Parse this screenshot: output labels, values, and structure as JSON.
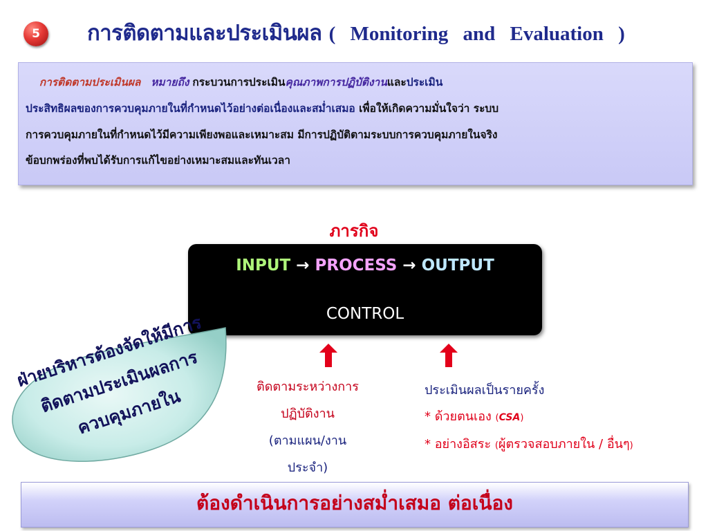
{
  "slide_number": "5",
  "title": {
    "thai": "การติดตามและประเมินผล",
    "english": "( Monitoring and Evaluation )"
  },
  "definition": {
    "term": "การติดตามประเมินผล",
    "means": "หมายถึง",
    "l1_text": "กระบวนการประเมิน",
    "l1_quality": "คุณภาพการปฏิบัติงาน",
    "l1_and": "และ",
    "l1_eval": "ประเมิน",
    "l2_blue": "ประสิทธิผลของการควบคุมภายในที่กำหนดไว้อย่างต่อเนื่องและสม่ำเสมอ",
    "l2_black": " เพื่อให้เกิดความมั่นใจว่า ระบบ",
    "l3": "การควบคุมภายในที่กำหนดไว้มีความเพียงพอและเหมาะสม มีการปฏิบัติตามระบบการควบคุมภายในจริง",
    "l4": "ข้อบกพร่องที่พบได้รับการแก้ไขอย่างเหมาะสมและทันเวลา"
  },
  "mission_label": "ภารกิจ",
  "flow": {
    "input": "INPUT",
    "arrow1": "→",
    "process": "PROCESS",
    "arrow2": "→",
    "output": "OUTPUT",
    "control": "CONTROL"
  },
  "leaf": {
    "line1": "ฝ่ายบริหารต้องจัดให้มีการ",
    "line2": "ติดตามประเมินผลการ",
    "line3": "ควบคุมภายใน"
  },
  "monitoring": {
    "line1": "ติดตามระหว่างการ",
    "line2": "ปฏิบัติงาน",
    "line3": "(ตามแผน/งาน",
    "line4": "ประจำ)"
  },
  "evaluation": {
    "heading": "ประเมินผลเป็นรายครั้ง",
    "item1_main": "* ด้วยตนเอง ",
    "item1_open": "(",
    "item1_csa": "CSA",
    "item1_close": ")",
    "item2_main": "* อย่างอิสระ ",
    "item2_open": "(",
    "item2_detail": "ผู้ตรวจสอบภายใน / อื่นๆ",
    "item2_close": ")"
  },
  "bottom_banner": "ต้องดำเนินการอย่างสม่ำเสมอ  ต่อเนื่อง",
  "colors": {
    "title_blue": "#1f2a8c",
    "red": "#e0001a",
    "input_green": "#aef57a",
    "process_pink": "#f5a3ff",
    "output_blue": "#bfe8ff",
    "leaf_fill": "#c8ece8"
  }
}
